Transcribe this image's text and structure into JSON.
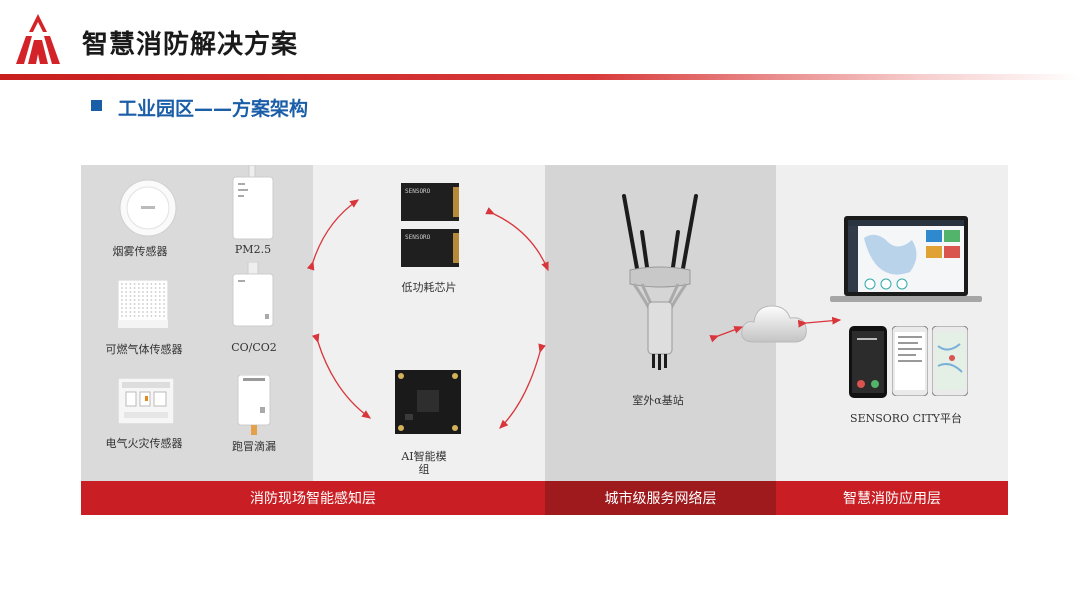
{
  "header": {
    "title": "智慧消防解决方案"
  },
  "subtitle": "工业园区——方案架构",
  "sensors": {
    "smoke": "烟雾传感器",
    "pm25": "PM2.5",
    "gas": "可燃气体传感器",
    "co": "CO/CO2",
    "electric": "电气火灾传感器",
    "leak": "跑冒滴漏"
  },
  "chip": {
    "label": "低功耗芯片",
    "brand": "SENSORO"
  },
  "ai_module": {
    "label_line1": "AI智能模",
    "label_line2": "组"
  },
  "base_station": "室外α基站",
  "platform": "SENSORO CITY平台",
  "layers": [
    "消防现场智能感知层",
    "城市级服务网络层",
    "智慧消防应用层"
  ],
  "colors": {
    "brand_red": "#c91f24",
    "dark_red": "#9e1a1d",
    "subtitle_blue": "#1a5ea8"
  }
}
